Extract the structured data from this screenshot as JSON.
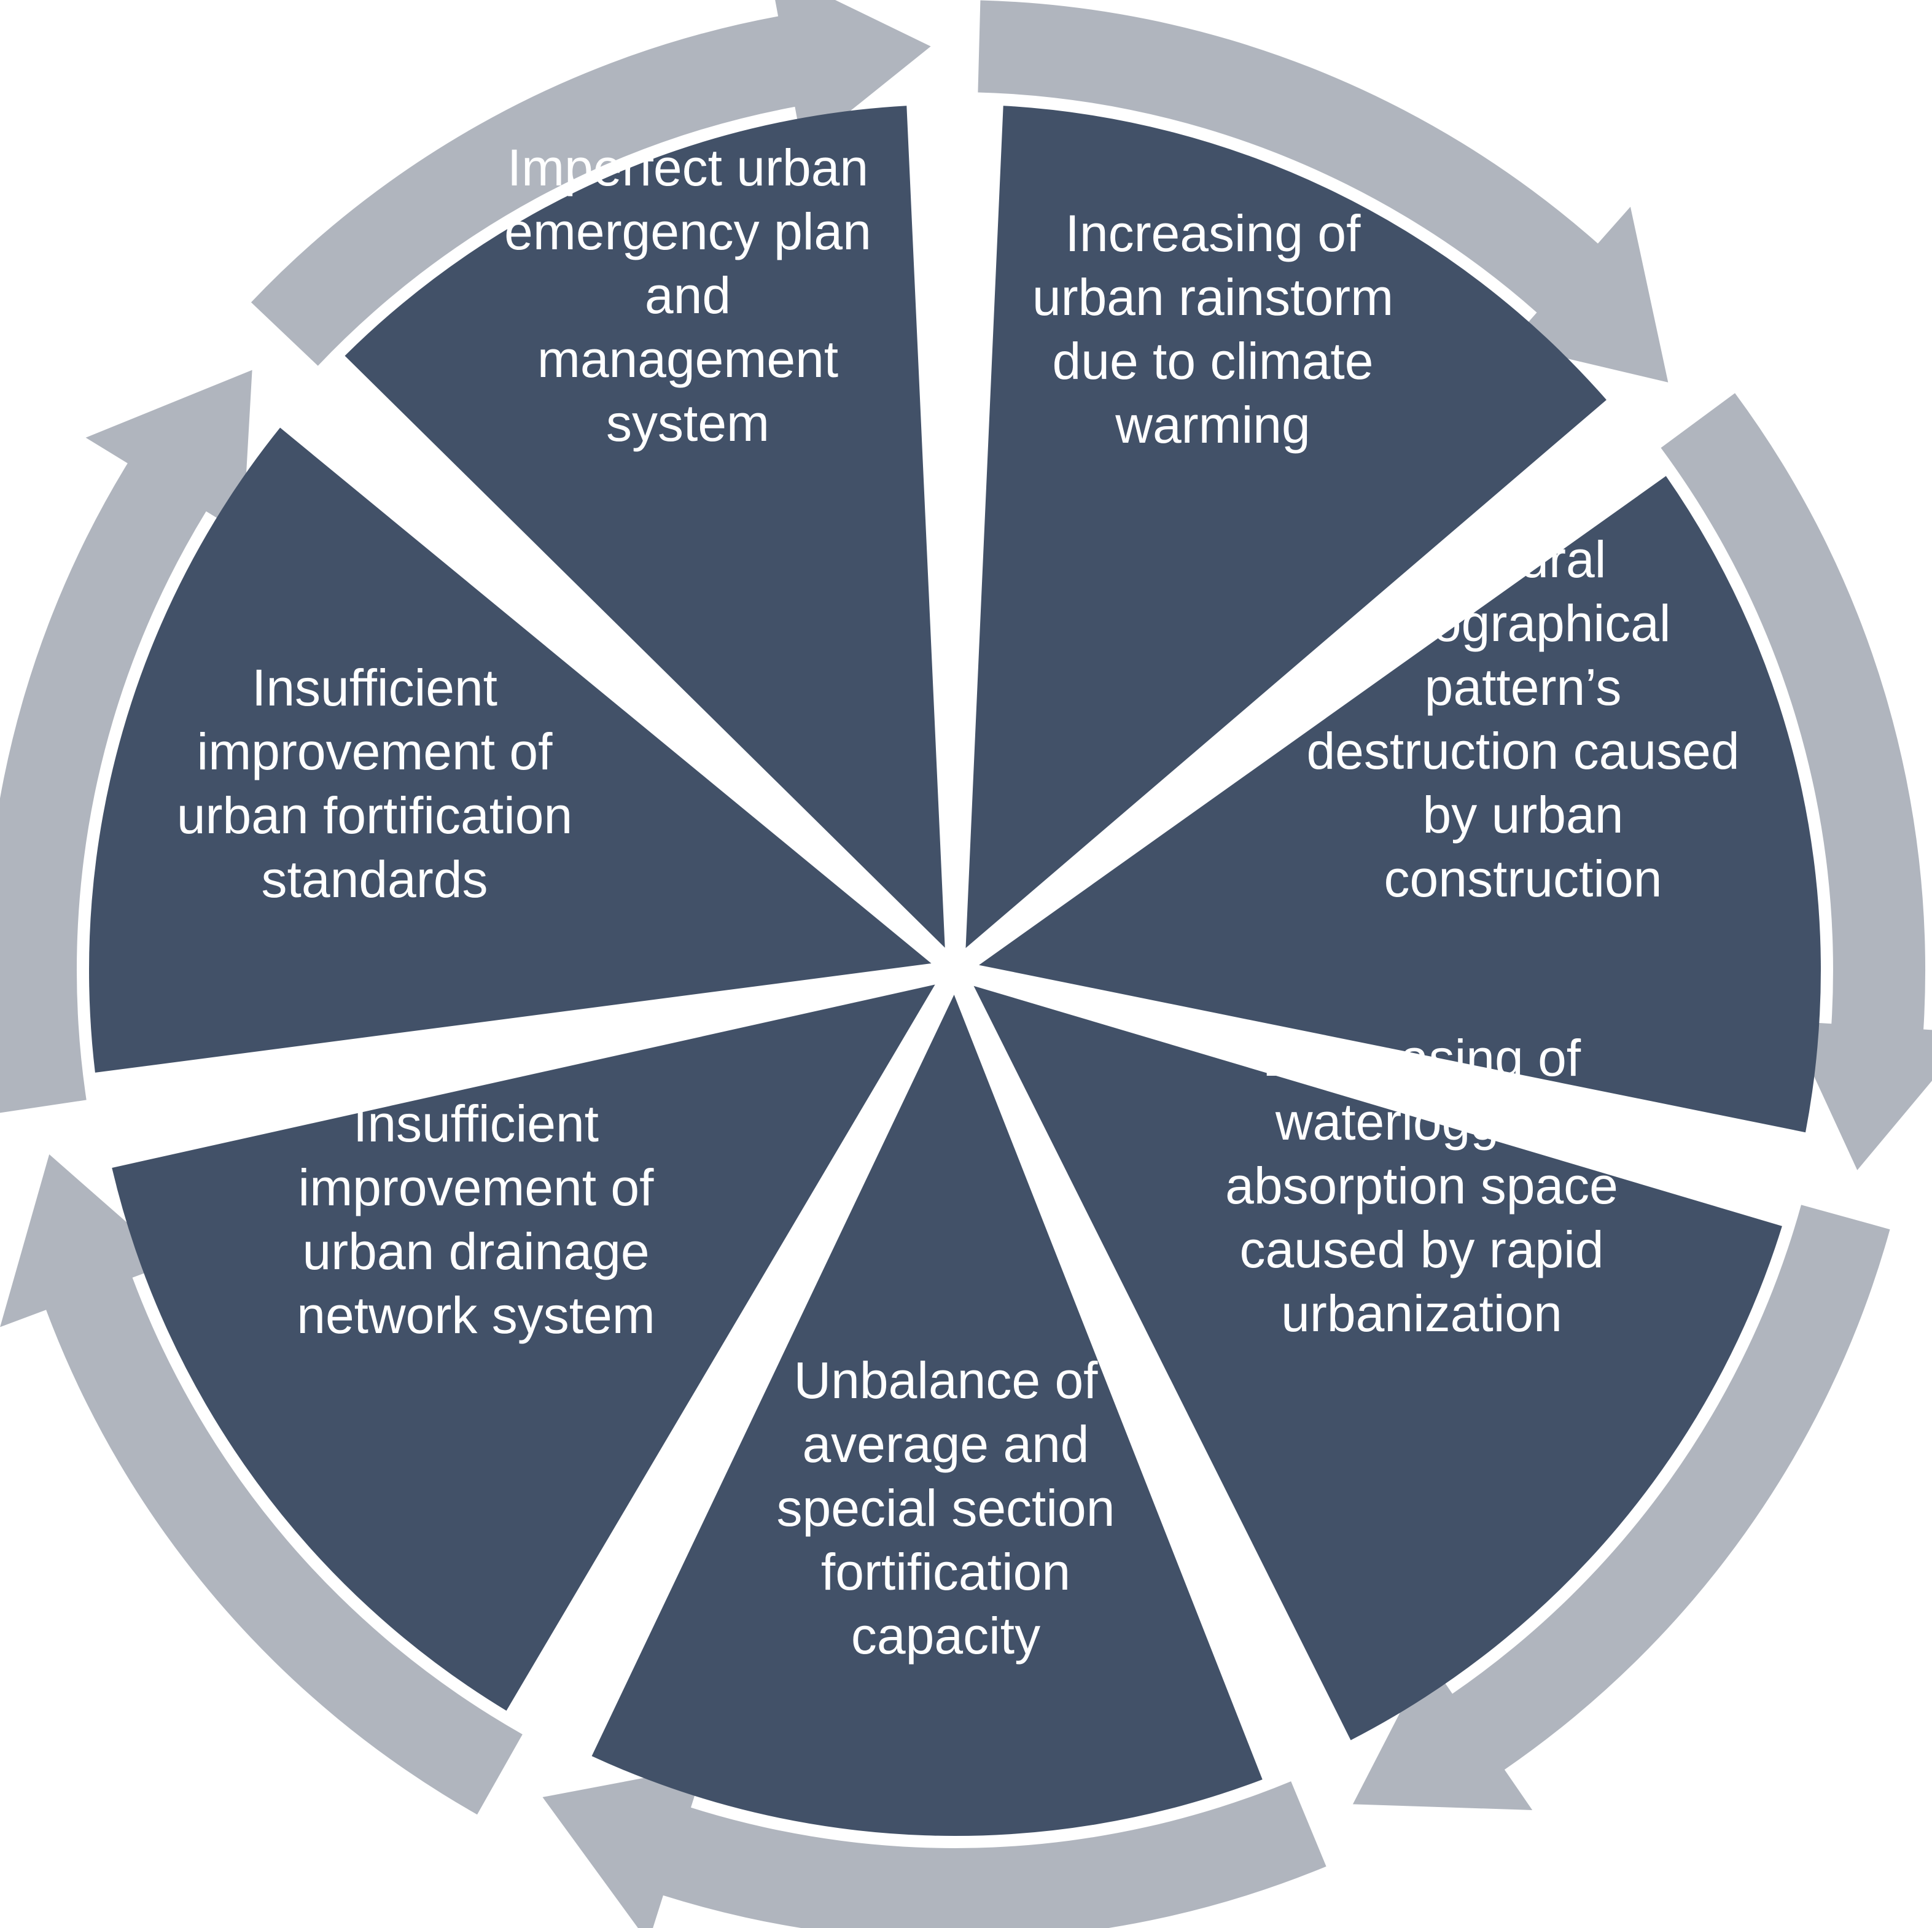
{
  "colors": {
    "segment_fill": "#425168",
    "ring_arrow": "#B0B5BE",
    "background": "#FFFFFF",
    "text": "#FFFFFF"
  },
  "segments": [
    {
      "id": "imperfect-emergency-plan",
      "lines": [
        "Imperfect urban",
        "emergency plan",
        "and",
        "management",
        "system"
      ]
    },
    {
      "id": "rainstorm-climate-warming",
      "lines": [
        "Increasing of",
        "urban rainstorm",
        "due to climate",
        "warming"
      ]
    },
    {
      "id": "geographical-pattern-destruction",
      "lines": [
        "Natural",
        "geographical",
        "pattern’s",
        "destruction caused",
        "by urban",
        "construction"
      ]
    },
    {
      "id": "waterlogging-absorption-space",
      "lines": [
        "Decreasing of",
        "waterlogging",
        "absorption space",
        "caused by rapid",
        "urbanization"
      ]
    },
    {
      "id": "fortification-capacity-unbalance",
      "lines": [
        "Unbalance of",
        "average and",
        "special section",
        "fortification",
        "capacity"
      ]
    },
    {
      "id": "drainage-network",
      "lines": [
        "Insufficient",
        "improvement of",
        "urban drainage",
        "network system"
      ]
    },
    {
      "id": "fortification-standards",
      "lines": [
        "Insufficient",
        "improvement of",
        "urban fortification",
        "standards"
      ]
    }
  ]
}
